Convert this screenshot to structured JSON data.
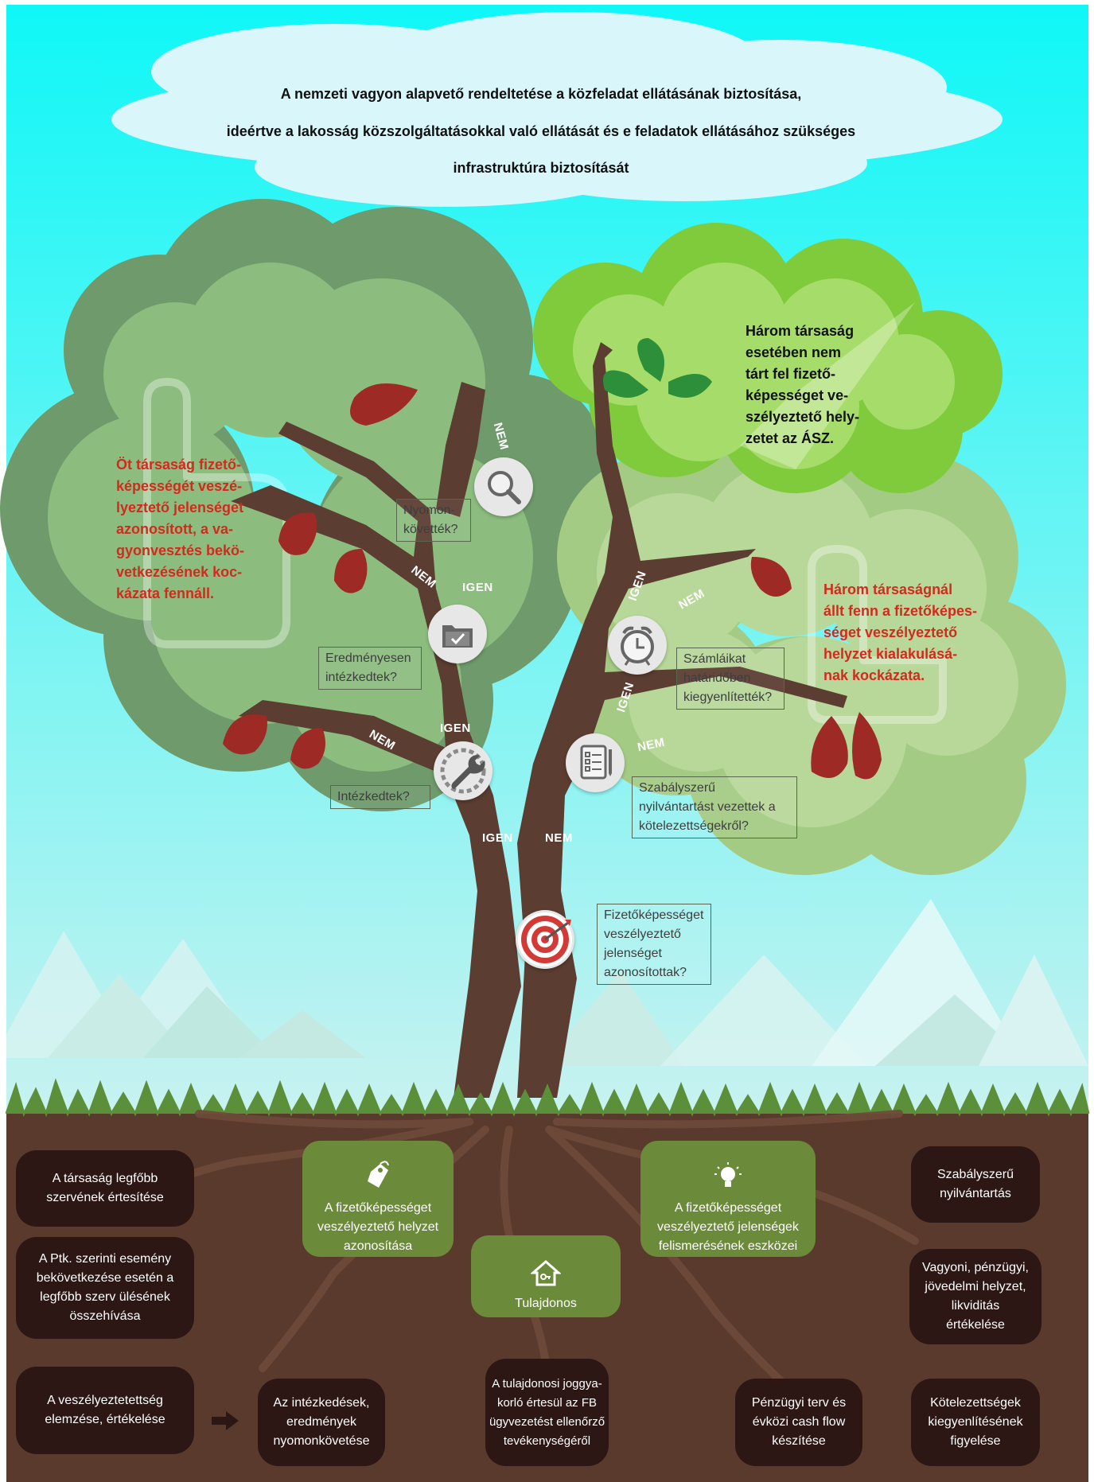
{
  "cloud": {
    "line1": "A nemzeti vagyon alapvető rendeltetése a közfeladat ellátásának biztosítása,",
    "line2": "ideértve a lakosság közszolgáltatásokkal való ellátását és e feladatok ellátásához szükséges",
    "line3": "infrastruktúra biztosítását"
  },
  "results": {
    "left": "Öt társaság fizető-\nképességét veszé-\nlyeztető jelenséget\nazonosított, a va-\ngyonvesztés bekö-\nvetkezésének koc-\nkázata fennáll.",
    "top_right": "Három társaság\nesetében nem\ntárt fel fizető-\nképességet ve-\nszélyeztető hely-\nzetet az ÁSZ.",
    "right": "Három társaságnál\nállt fenn a fizetőképes-\nséget veszélyeztető\nhelyzet kialakulásá-\nnak kockázata."
  },
  "questions": {
    "root": "Fizetőképességet\nveszélyeztető\njelenséget\nazonosítottak?",
    "measures": "Intézkedtek?",
    "effective": "Eredményesen\nintézkedtek?",
    "tracked": "Nyomon-\nkövették?",
    "records": "Szabályszerű\nnyilvántartást vezettek a\nkötelezettségekről?",
    "invoices": "Számláikat\nhatáridőben\nkiegyenlítették?"
  },
  "branch_labels": {
    "igen": "IGEN",
    "nem": "NEM"
  },
  "roots": {
    "owner": "Tulajdonos",
    "identify": "A fizetőképességet\nveszélyeztető helyzet\nazonosítása",
    "tools": "A fizetőképességet\nveszélyeztető jelenségek\nfelismerésének eszközei",
    "notify": "A társaság legfőbb\nszervének értesítése",
    "ptk": "A Ptk. szerinti esemény\nbekövetkezése esetén a\nlegfőbb szerv ülésének\nösszehívása",
    "analysis": "A veszélyeztetettség\nelemzése, értékelése",
    "followup": "Az intézkedések,\neredmények\nnyomonkövetése",
    "ownership": "A tulajdonosi joggya-\nkorló  értesül az FB\nügyvezetést ellenőrző\ntevékenységéről",
    "finplan": "Pénzügyi terv és\névközi cash flow\nkészítése",
    "registry": "Szabályszerű\nnyilvántartás",
    "assets": "Vagyoni, pénzügyi,\njövedelmi helyzet,\nlikviditás\nértékelése",
    "liabilities": "Kötelezettségek\nkiegyenlítésének\nfigyelése"
  },
  "colors": {
    "sky_top": "#0ff7f7",
    "sky_bottom": "#c8f2f0",
    "soil": "#5a3a2c",
    "trunk": "#5b3d31",
    "dark_box": "#2c1714",
    "green_box": "#6c8b3a",
    "red_text": "#d42a1e",
    "leaf_red": "#9e2a25",
    "leaf_green": "#2e8f3a"
  },
  "icons": [
    "target-icon",
    "wrench-icon",
    "folder-check-icon",
    "magnifier-icon",
    "checklist-icon",
    "alarm-clock-icon",
    "price-tag-icon",
    "lightbulb-icon",
    "house-key-icon",
    "arrow-right-icon",
    "leaf-icon",
    "thumbs-up-icon",
    "thumbs-down-icon",
    "checkmark-icon"
  ]
}
